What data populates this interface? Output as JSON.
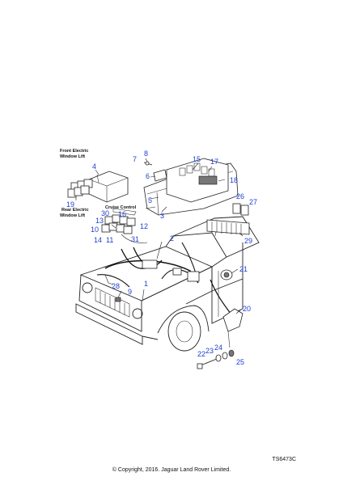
{
  "labels": {
    "front_window_lift_l1": "Front Electric",
    "front_window_lift_l2": "Window Lift",
    "cruise_control": "Cruise Control",
    "rear_window_lift_l1": "Rear Electric",
    "rear_window_lift_l2": "Window Lift"
  },
  "callouts": [
    "1",
    "2",
    "3",
    "4",
    "5",
    "6",
    "7",
    "8",
    "9",
    "10",
    "11",
    "12",
    "13",
    "14",
    "15",
    "16",
    "17",
    "18",
    "19",
    "20",
    "21",
    "22",
    "23",
    "24",
    "25",
    "26",
    "27",
    "28",
    "29",
    "30",
    "31"
  ],
  "colors": {
    "callout": "#1f3fd0",
    "line": "#222222"
  },
  "ref_code": "TS6473C",
  "copyright": "© Copyright, 2016. Jaguar Land Rover Limited."
}
